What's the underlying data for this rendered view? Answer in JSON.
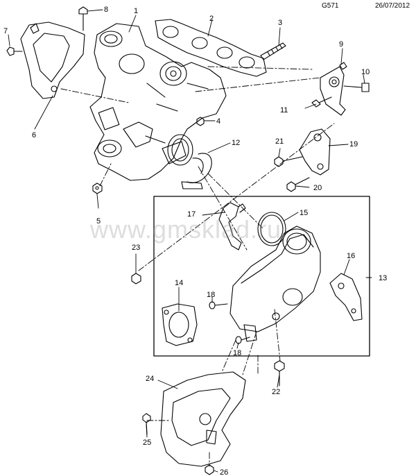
{
  "header": {
    "code": "G571",
    "date": "26/07/2012"
  },
  "watermark": "www.gmsklad.ru",
  "callouts": [
    "1",
    "2",
    "3",
    "4",
    "5",
    "6",
    "7",
    "8",
    "9",
    "10",
    "11",
    "12",
    "13",
    "14",
    "15",
    "16",
    "17",
    "18",
    "18",
    "19",
    "20",
    "21",
    "22",
    "23",
    "24",
    "25",
    "26"
  ]
}
